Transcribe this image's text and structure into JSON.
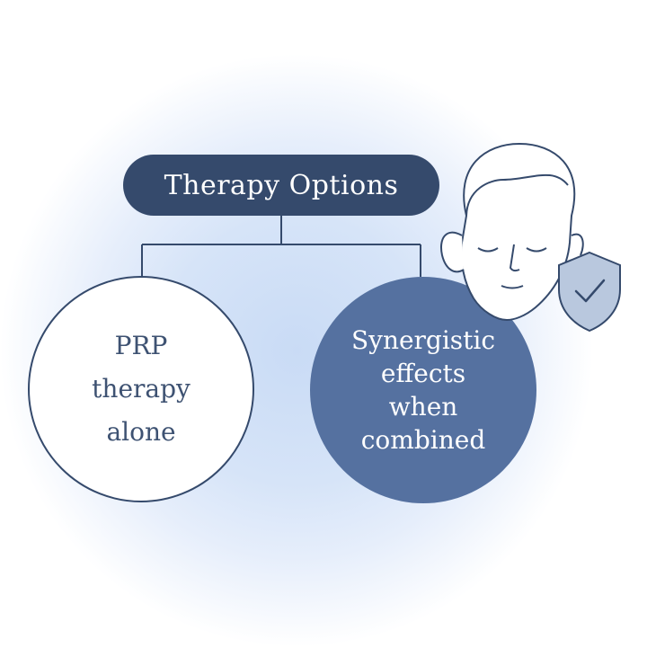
{
  "diagram": {
    "root_label": "Therapy Options",
    "left_node_label": "PRP\ntherapy\nalone",
    "right_node_label": "Synergistic\neffects\nwhen\ncombined",
    "icons": [
      "face-icon",
      "shield-check-icon"
    ],
    "colors": {
      "navy": "#354a6c",
      "accent_blue": "#5571a0",
      "glow": "#d6e4f8",
      "shield_fill": "#b9c8de"
    }
  }
}
